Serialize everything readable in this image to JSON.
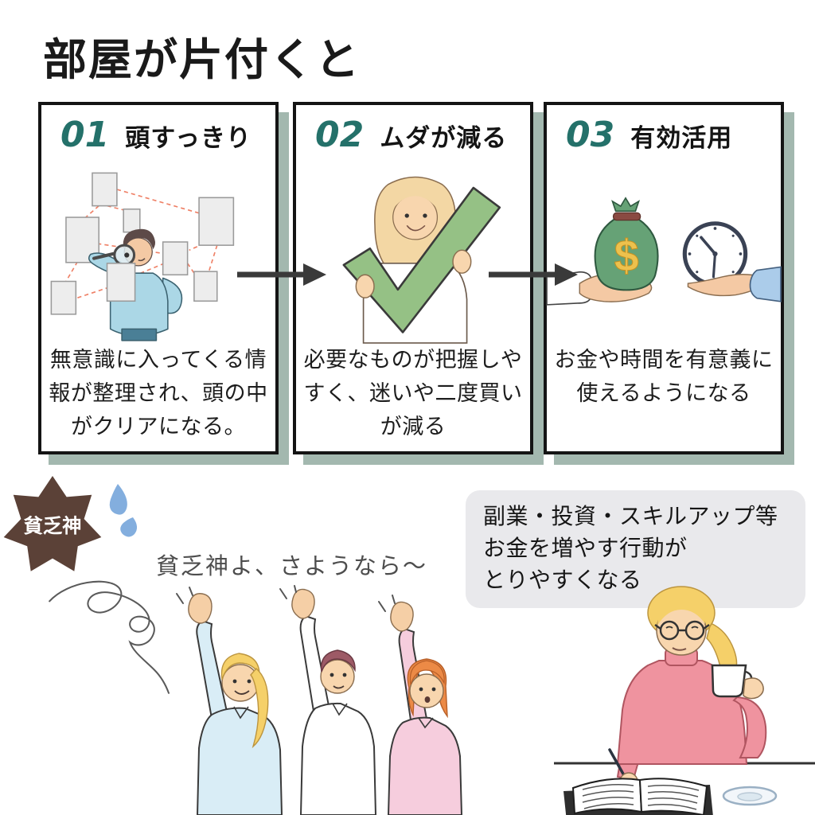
{
  "title": "部屋が片付くと",
  "cards": [
    {
      "number": "01",
      "heading": "頭すっきり",
      "description": "無意識に入ってくる情報が整理され、頭の中がクリアになる。",
      "illustration": "man-searching-scattered-papers"
    },
    {
      "number": "02",
      "heading": "ムダが減る",
      "description": "必要なものが把握しやすく、迷いや二度買いが減る",
      "illustration": "woman-holding-big-checkmark"
    },
    {
      "number": "03",
      "heading": "有効活用",
      "description": "お金や時間を有意義に使えるようになる",
      "illustration": "hands-offering-money-bag-and-clock"
    }
  ],
  "money_symbol": "$",
  "badge": {
    "label": "貧乏神"
  },
  "farewell_text": "貧乏神よ、さようなら〜",
  "note_box": {
    "lines": [
      "副業・投資・スキルアップ等",
      "お金を増やす行動が",
      "とりやすくなる"
    ]
  },
  "colors": {
    "accent_teal": "#24716a",
    "card_shadow": "#a3b8af",
    "star_brown": "#5b4137",
    "drop_blue": "#83aede",
    "check_green": "#95c185",
    "bag_green": "#66a276",
    "dollar_gold": "#edc14d",
    "note_box_gray": "#e9e9ec",
    "dashed_line_salmon": "#ef8066"
  }
}
